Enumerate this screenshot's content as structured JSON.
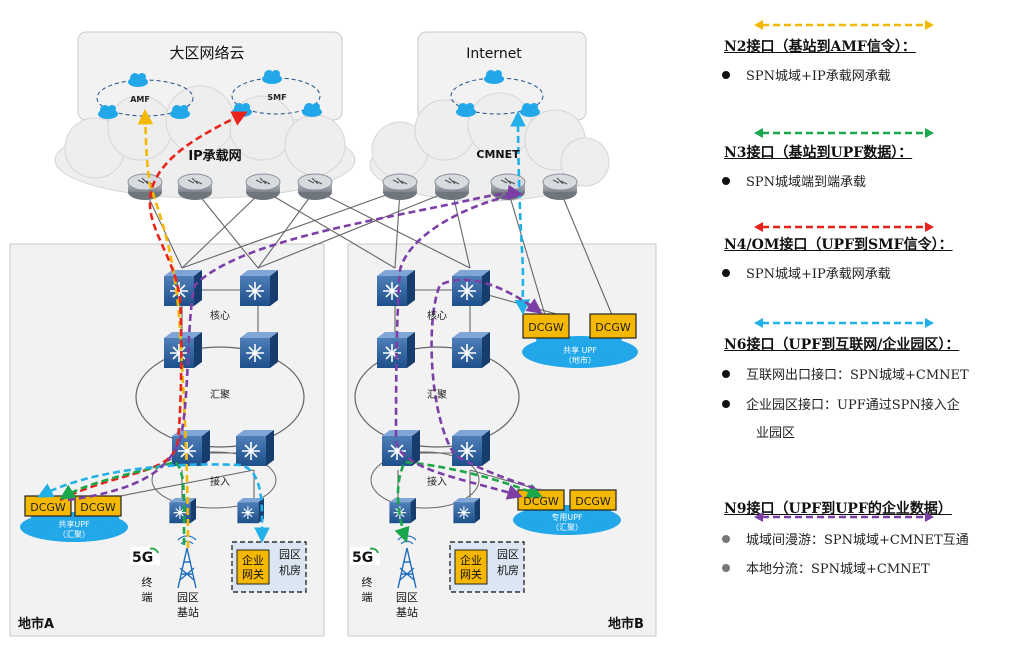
{
  "regions": {
    "cloud_large": "大区网络云",
    "cloud_internet": "Internet",
    "ip_network": "IP承载网",
    "cmnet": "CMNET",
    "city_a": "地市A",
    "city_b": "地市B"
  },
  "nodes": {
    "amf": "AMF",
    "smf": "SMF",
    "dcgw": "DCGW",
    "core": "核心",
    "aggregation": "汇聚",
    "access": "接入",
    "upf_shared_city": [
      "共享 UPF",
      "（地市）"
    ],
    "upf_shared_agg": [
      "共享UPF",
      "（汇聚）"
    ],
    "upf_dedicated_agg": [
      "专用UPF",
      "（汇聚）"
    ],
    "enterprise_gateway": [
      "企业",
      "网关"
    ],
    "campus_room": [
      "园区",
      "机房"
    ],
    "terminal": [
      "终",
      "端"
    ],
    "campus_bs": [
      "园区",
      "基站"
    ],
    "badge_5g": "5G"
  },
  "legend": [
    {
      "title": "N2接口（基站到AMF信令）：",
      "color": "#f5b800",
      "items": [
        {
          "text": "SPN城域+IP承载网承载",
          "bullet": "black"
        }
      ]
    },
    {
      "title": "N3接口（基站到UPF数据）：",
      "color": "#1aa64a",
      "items": [
        {
          "text": "SPN城域端到端承载",
          "bullet": "black"
        }
      ]
    },
    {
      "title": "N4/OM接口（UPF到SMF信令）：",
      "color": "#e8231c",
      "items": [
        {
          "text": "SPN城域+IP承载网承载",
          "bullet": "black"
        }
      ]
    },
    {
      "title": "N6接口（UPF到互联网/企业园区）：",
      "color": "#22b0e8",
      "items": [
        {
          "text": "互联网出口接口：SPN城域+CMNET",
          "bullet": "black"
        },
        {
          "text": "企业园区接口：UPF通过SPN接入企",
          "bullet": "black"
        },
        {
          "text": "业园区",
          "bullet": "none"
        }
      ]
    },
    {
      "title": "N9接口（UPF到UPF的企业数据）",
      "color": "#7b3fa6",
      "items": [
        {
          "text": "城域间漫游：SPN城域+CMNET互通",
          "bullet": "grey"
        },
        {
          "text": "本地分流：SPN城域+CMNET",
          "bullet": "grey"
        }
      ]
    }
  ]
}
